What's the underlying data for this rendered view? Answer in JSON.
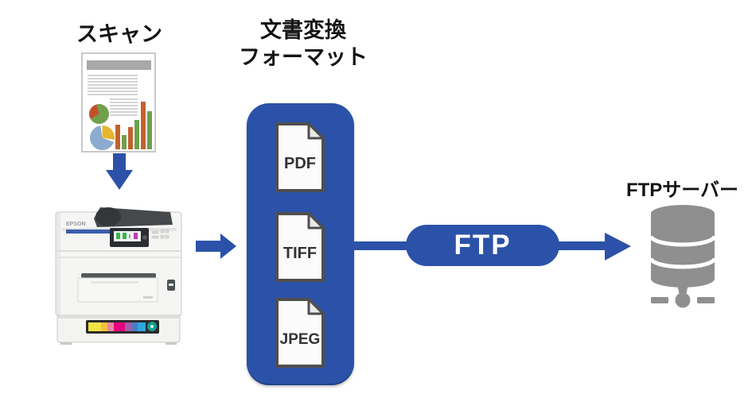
{
  "colors": {
    "accent_blue": "#2b52a8",
    "server_gray": "#8f8f8f",
    "chart_orange": "#c2622f",
    "chart_green": "#6fa04c"
  },
  "scan": {
    "label": "スキャン"
  },
  "converter": {
    "title_line1": "文書変換",
    "title_line2": "フォーマット",
    "formats": [
      {
        "label": "PDF"
      },
      {
        "label": "TIFF"
      },
      {
        "label": "JPEG"
      }
    ]
  },
  "transfer": {
    "protocol_label": "FTP"
  },
  "server": {
    "label": "FTPサーバー"
  },
  "printer": {
    "brand": "EPSON"
  }
}
